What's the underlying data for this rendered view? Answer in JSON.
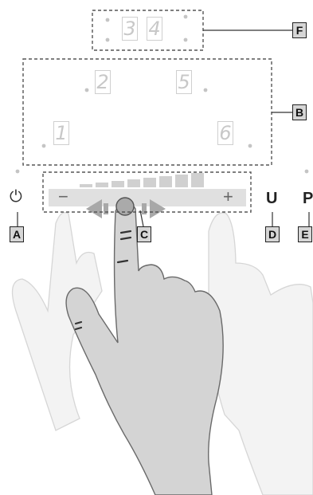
{
  "callouts": {
    "a": "A",
    "b": "B",
    "c": "C",
    "d": "D",
    "e": "E",
    "f": "F"
  },
  "display": {
    "left_digit": "3",
    "right_digit": "4"
  },
  "zones": {
    "zone1": "1",
    "zone2": "2",
    "zone5": "5",
    "zone6": "6"
  },
  "controls": {
    "power_symbol": "⏻",
    "minus": "−",
    "plus": "+",
    "u_key": "U",
    "p_key": "P"
  },
  "colors": {
    "frame": "#555555",
    "segment": "#c8c8c8",
    "hand_active": "#d4d4d4",
    "hand_ghost": "#f3f3f3"
  }
}
